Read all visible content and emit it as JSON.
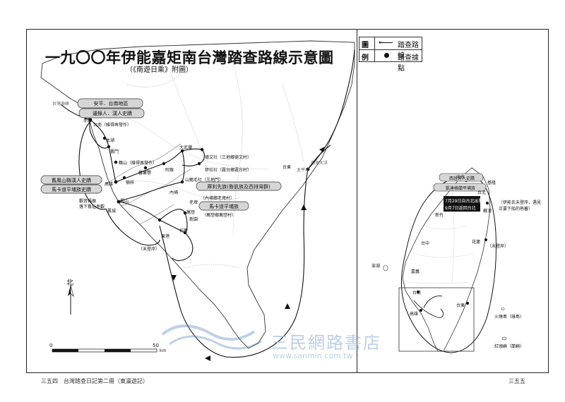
{
  "title": "一九〇〇年伊能嘉矩南台灣踏查路線示意圖",
  "subtitle": "（《南遊日乘》附圖）",
  "legend": {
    "label_top": "圖",
    "label_bottom": "例",
    "route_label": "踏查路線",
    "point_label": "踏查據點"
  },
  "north_label": "北",
  "scale": {
    "zero": "0",
    "max": "50",
    "unit": "km"
  },
  "footer": {
    "left": "三五四　台灣踏查日記第二冊（東瀛遊記）",
    "right": "三五五"
  },
  "watermark": {
    "name": "三民網路書店",
    "url": "www.sanmin.com.tw"
  },
  "main_map": {
    "boxed_labels": [
      "安平．台南地區",
      "邊錄人．漢人史蹟",
      "舊鳳山縣漢人史蹟",
      "馬卡道平埔族史蹟",
      "庫利先族(魯凱族及西排灣群)",
      "馬卡道平埔族"
    ],
    "place_labels": [
      "台南（維得再發作）",
      "太湖",
      "舊鬥",
      "鶴山（維得再發作）",
      "蕃薯藔",
      "楠梓",
      "高雄",
      "鳳山",
      "東港",
      "枋寮",
      "舊城",
      "內埔",
      "老埤",
      "阿猴",
      "萬巒",
      "新園",
      "台東",
      "山豬毛社（三地門）",
      "德文社（三地鄉德文村）",
      "伊拉社（霧台鄉霧台村）",
      "大武壠",
      "（內埔鄉老埤村）",
      "（萬巒鄉萬巒村）",
      "（末登岸）",
      "觀音媽廟",
      "落下舊址參觀",
      "赤嵌"
    ],
    "sea_labels": [
      "台灣海峽",
      "南海大洋",
      "太平洋"
    ]
  },
  "inset_map": {
    "boxed_labels": [
      "西班牙人史蹟",
      "凱達格蘭平埔族"
    ],
    "dark_label_lines": [
      "7月29日自台北出發",
      "9月7日返回台北"
    ],
    "place_labels": [
      "基隆",
      "台北",
      "蘇澳",
      "淡水",
      "新竹",
      "台中",
      "嘉義",
      "台南",
      "高雄",
      "花蓮",
      "台東",
      "（未登岸）",
      "火燒島（綠島）",
      "紅頭嶼（蘭嶼）",
      "澎湖",
      "（伊能氏未登岸，遇見正要下船的熟蕃）"
    ]
  }
}
